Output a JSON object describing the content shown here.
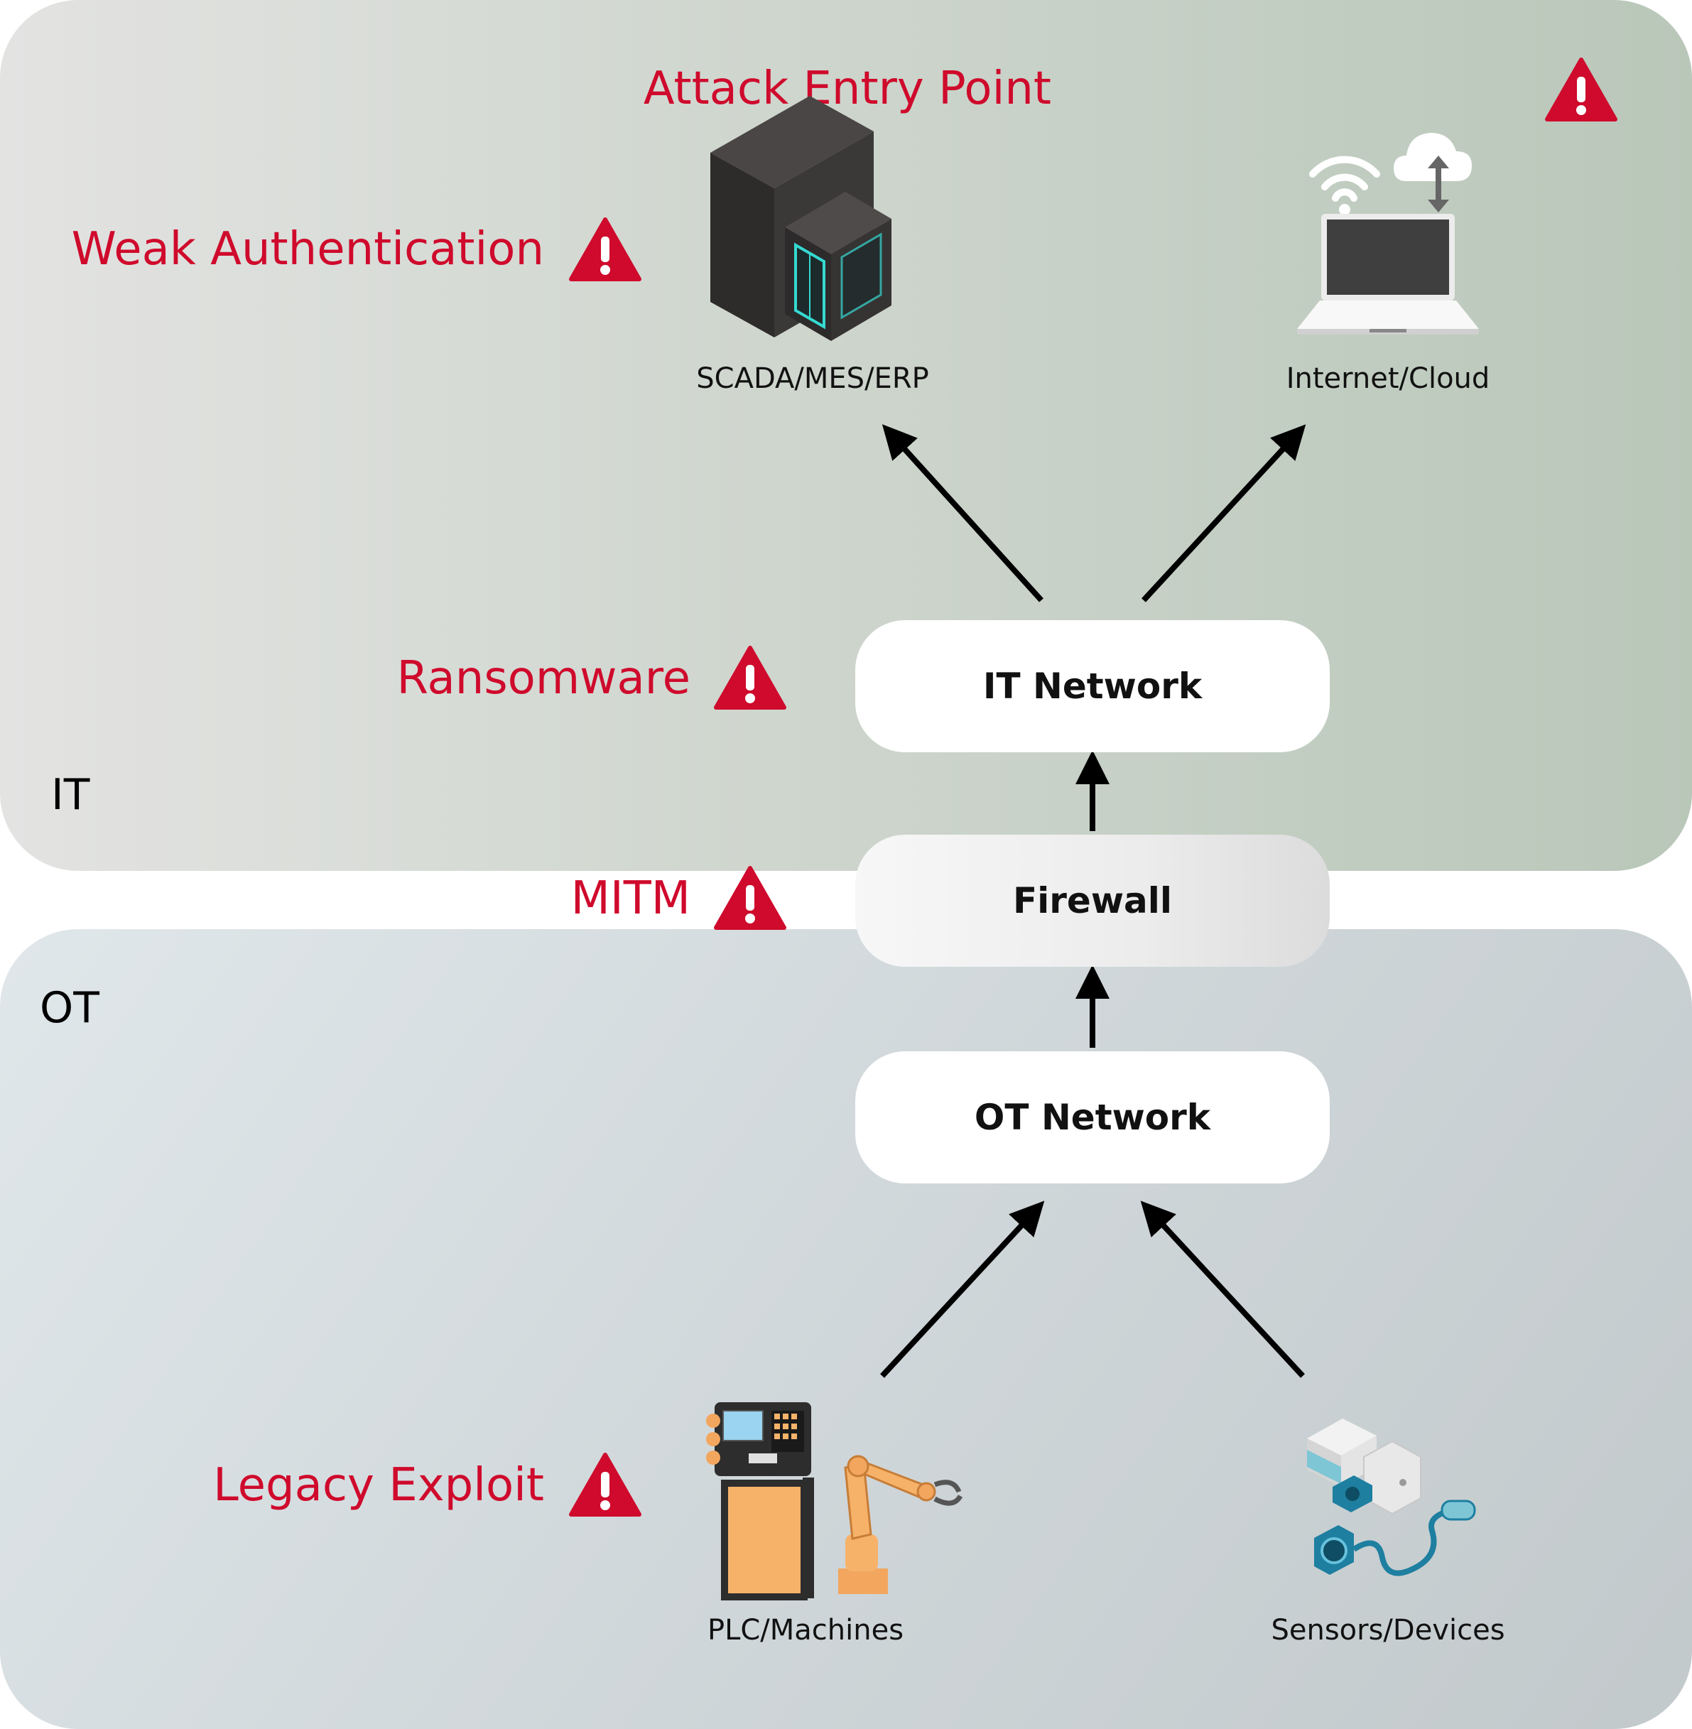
{
  "zones": {
    "it_label": "IT",
    "ot_label": "OT"
  },
  "network": {
    "it_network": "IT Network",
    "firewall": "Firewall",
    "ot_network": "OT Network"
  },
  "nodes": {
    "scada": "SCADA/MES/ERP",
    "cloud": "Internet/Cloud",
    "plc": "PLC/Machines",
    "sensors": "Sensors/Devices"
  },
  "threats": {
    "attack_entry": "Attack Entry Point",
    "weak_auth": "Weak Authentication",
    "ransomware": "Ransomware",
    "mitm": "MITM",
    "legacy": "Legacy Exploit"
  },
  "icons": {
    "warning": "warning-triangle-icon",
    "server": "server-rack-icon",
    "laptop": "laptop-icon",
    "wifi": "wifi-icon",
    "cloud": "cloud-sync-icon",
    "plc": "plc-robot-arm-icon",
    "sensors": "sensor-devices-icon"
  },
  "colors": {
    "threat": "#cf0a2c",
    "it_zone": "#c8d0c6",
    "ot_zone": "#cdd4d7"
  }
}
